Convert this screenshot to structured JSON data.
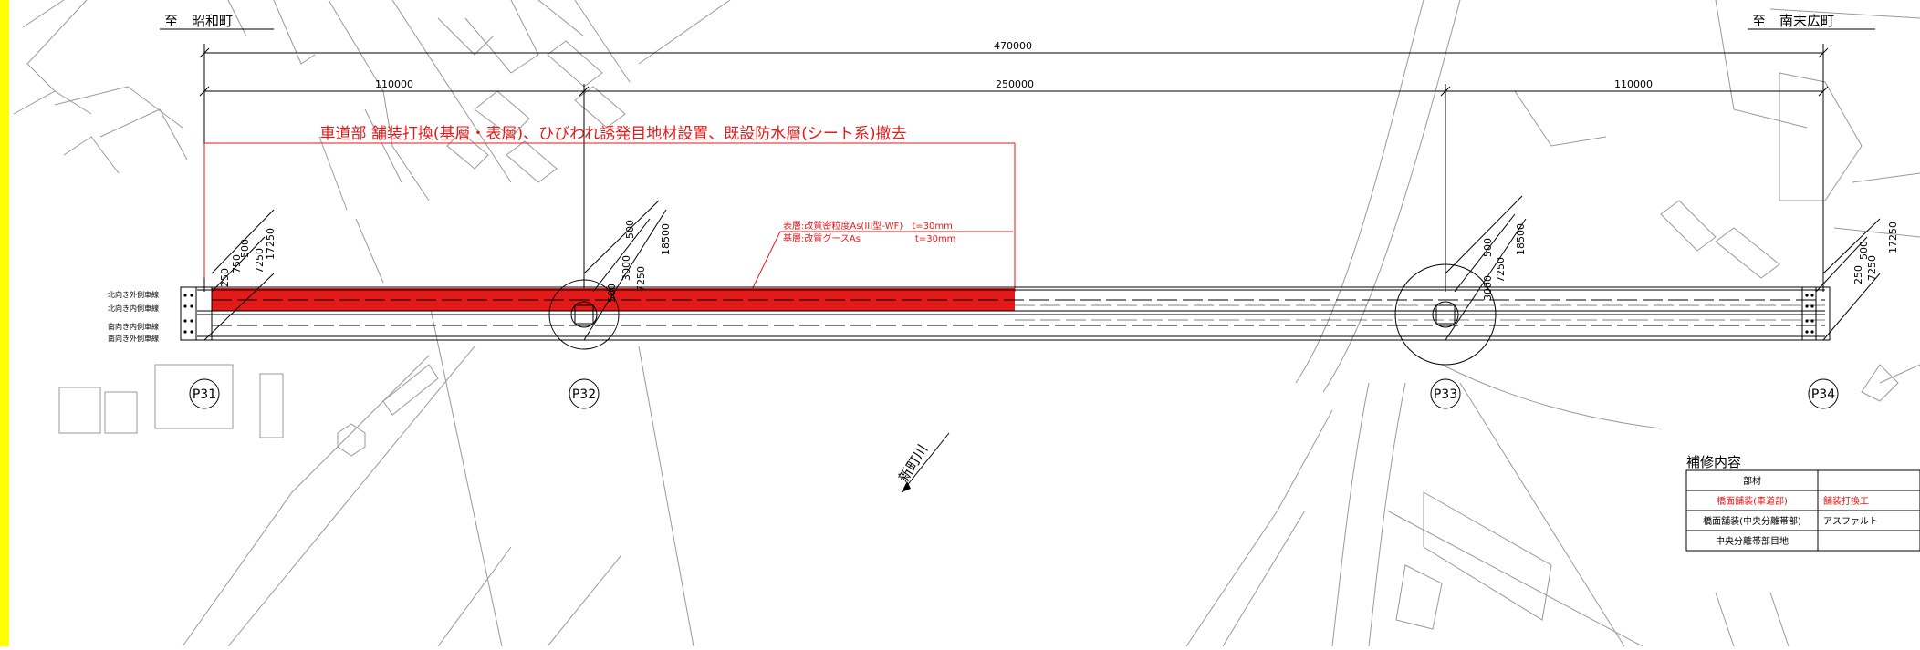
{
  "directions": {
    "left": "至　昭和町",
    "right": "至　南末広町"
  },
  "dimensions": {
    "total": "470000",
    "span1": "110000",
    "span2": "250000",
    "span3": "110000"
  },
  "work_title": "車道部 舗装打換(基層・表層)、ひびわれ誘発目地材設置、既設防水層(シート系)撤去",
  "pavement_note": {
    "line1": "表層:改質密粒度As(III型-WF)　t=30mm",
    "line2": "基層:改質グースAs　　　　　　t=30mm"
  },
  "lane_labels": [
    "北向き外側車線",
    "北向き内側車線",
    "南向き内側車線",
    "南向き外側車線"
  ],
  "piers": [
    "P31",
    "P32",
    "P33",
    "P34"
  ],
  "pier_dims": {
    "p31": [
      "500",
      "750",
      "250",
      "7250",
      "17250"
    ],
    "p32": [
      "500",
      "3000",
      "7250",
      "18500",
      "500"
    ],
    "p33": [
      "500",
      "3000",
      "7250",
      "18500"
    ],
    "p34": [
      "500",
      "250",
      "7250",
      "17250"
    ]
  },
  "river_label": "新町川",
  "repair_table": {
    "title": "補修内容",
    "header": [
      "部材",
      ""
    ],
    "rows": [
      [
        "橋面舗装(車道部)",
        "舗装打換工"
      ],
      [
        "橋面舗装(中央分離帯部)",
        "アスファルト"
      ],
      [
        "中央分離帯部目地",
        ""
      ]
    ]
  },
  "colors": {
    "highlight": "#e41a1a",
    "frame_border": "#ffff00",
    "line": "#000000",
    "background_lines": "#999999"
  }
}
